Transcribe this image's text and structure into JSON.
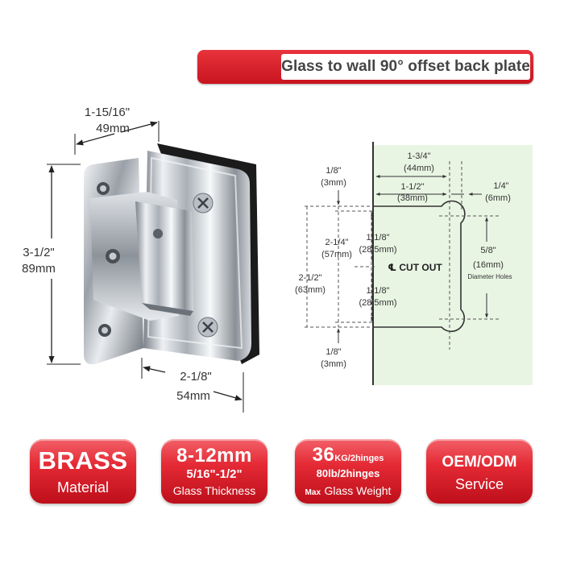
{
  "banner": {
    "title": "Glass to wall 90° offset back plate"
  },
  "left_dims": {
    "width_in": "1-15/16\"",
    "width_mm": "49mm",
    "height_in": "3-1/2\"",
    "height_mm": "89mm",
    "bottom_in": "2-1/8\"",
    "bottom_mm": "54mm"
  },
  "right_dims": {
    "top_in": "1-3/4\"",
    "top_mm": "(44mm)",
    "inner_in": "1-1/2\"",
    "inner_mm": "(38mm)",
    "side_in": "1/4\"",
    "side_mm": "(6mm)",
    "upper_edge_in": "1/8\"",
    "upper_edge_mm": "(3mm)",
    "lower_edge_in": "1/8\"",
    "lower_edge_mm": "(3mm)",
    "mid_in": "2-1/4\"",
    "mid_mm": "(57mm)",
    "total_in": "2-1/2\"",
    "total_mm": "(63mm)",
    "half_top_in": "1-1/8\"",
    "half_top_mm": "(28.5mm)",
    "half_bot_in": "1-1/8\"",
    "half_bot_mm": "(28.5mm)",
    "cutout": "℄ CUT OUT",
    "hole_in": "5/8\"",
    "hole_mm": "(16mm)",
    "hole_label": "Diameter Holes"
  },
  "features": [
    {
      "big": "BRASS",
      "sub": "Material"
    },
    {
      "big": "8-12mm",
      "mid": "5/16\"-1/2\"",
      "sub": "Glass Thickness"
    },
    {
      "num": "36",
      "unit": "KG/2hinges",
      "mid": "80lb/2hinges",
      "pre": "Max",
      "sub": "Glass Weight"
    },
    {
      "big": "OEM/ODM",
      "sub": "Service"
    }
  ]
}
